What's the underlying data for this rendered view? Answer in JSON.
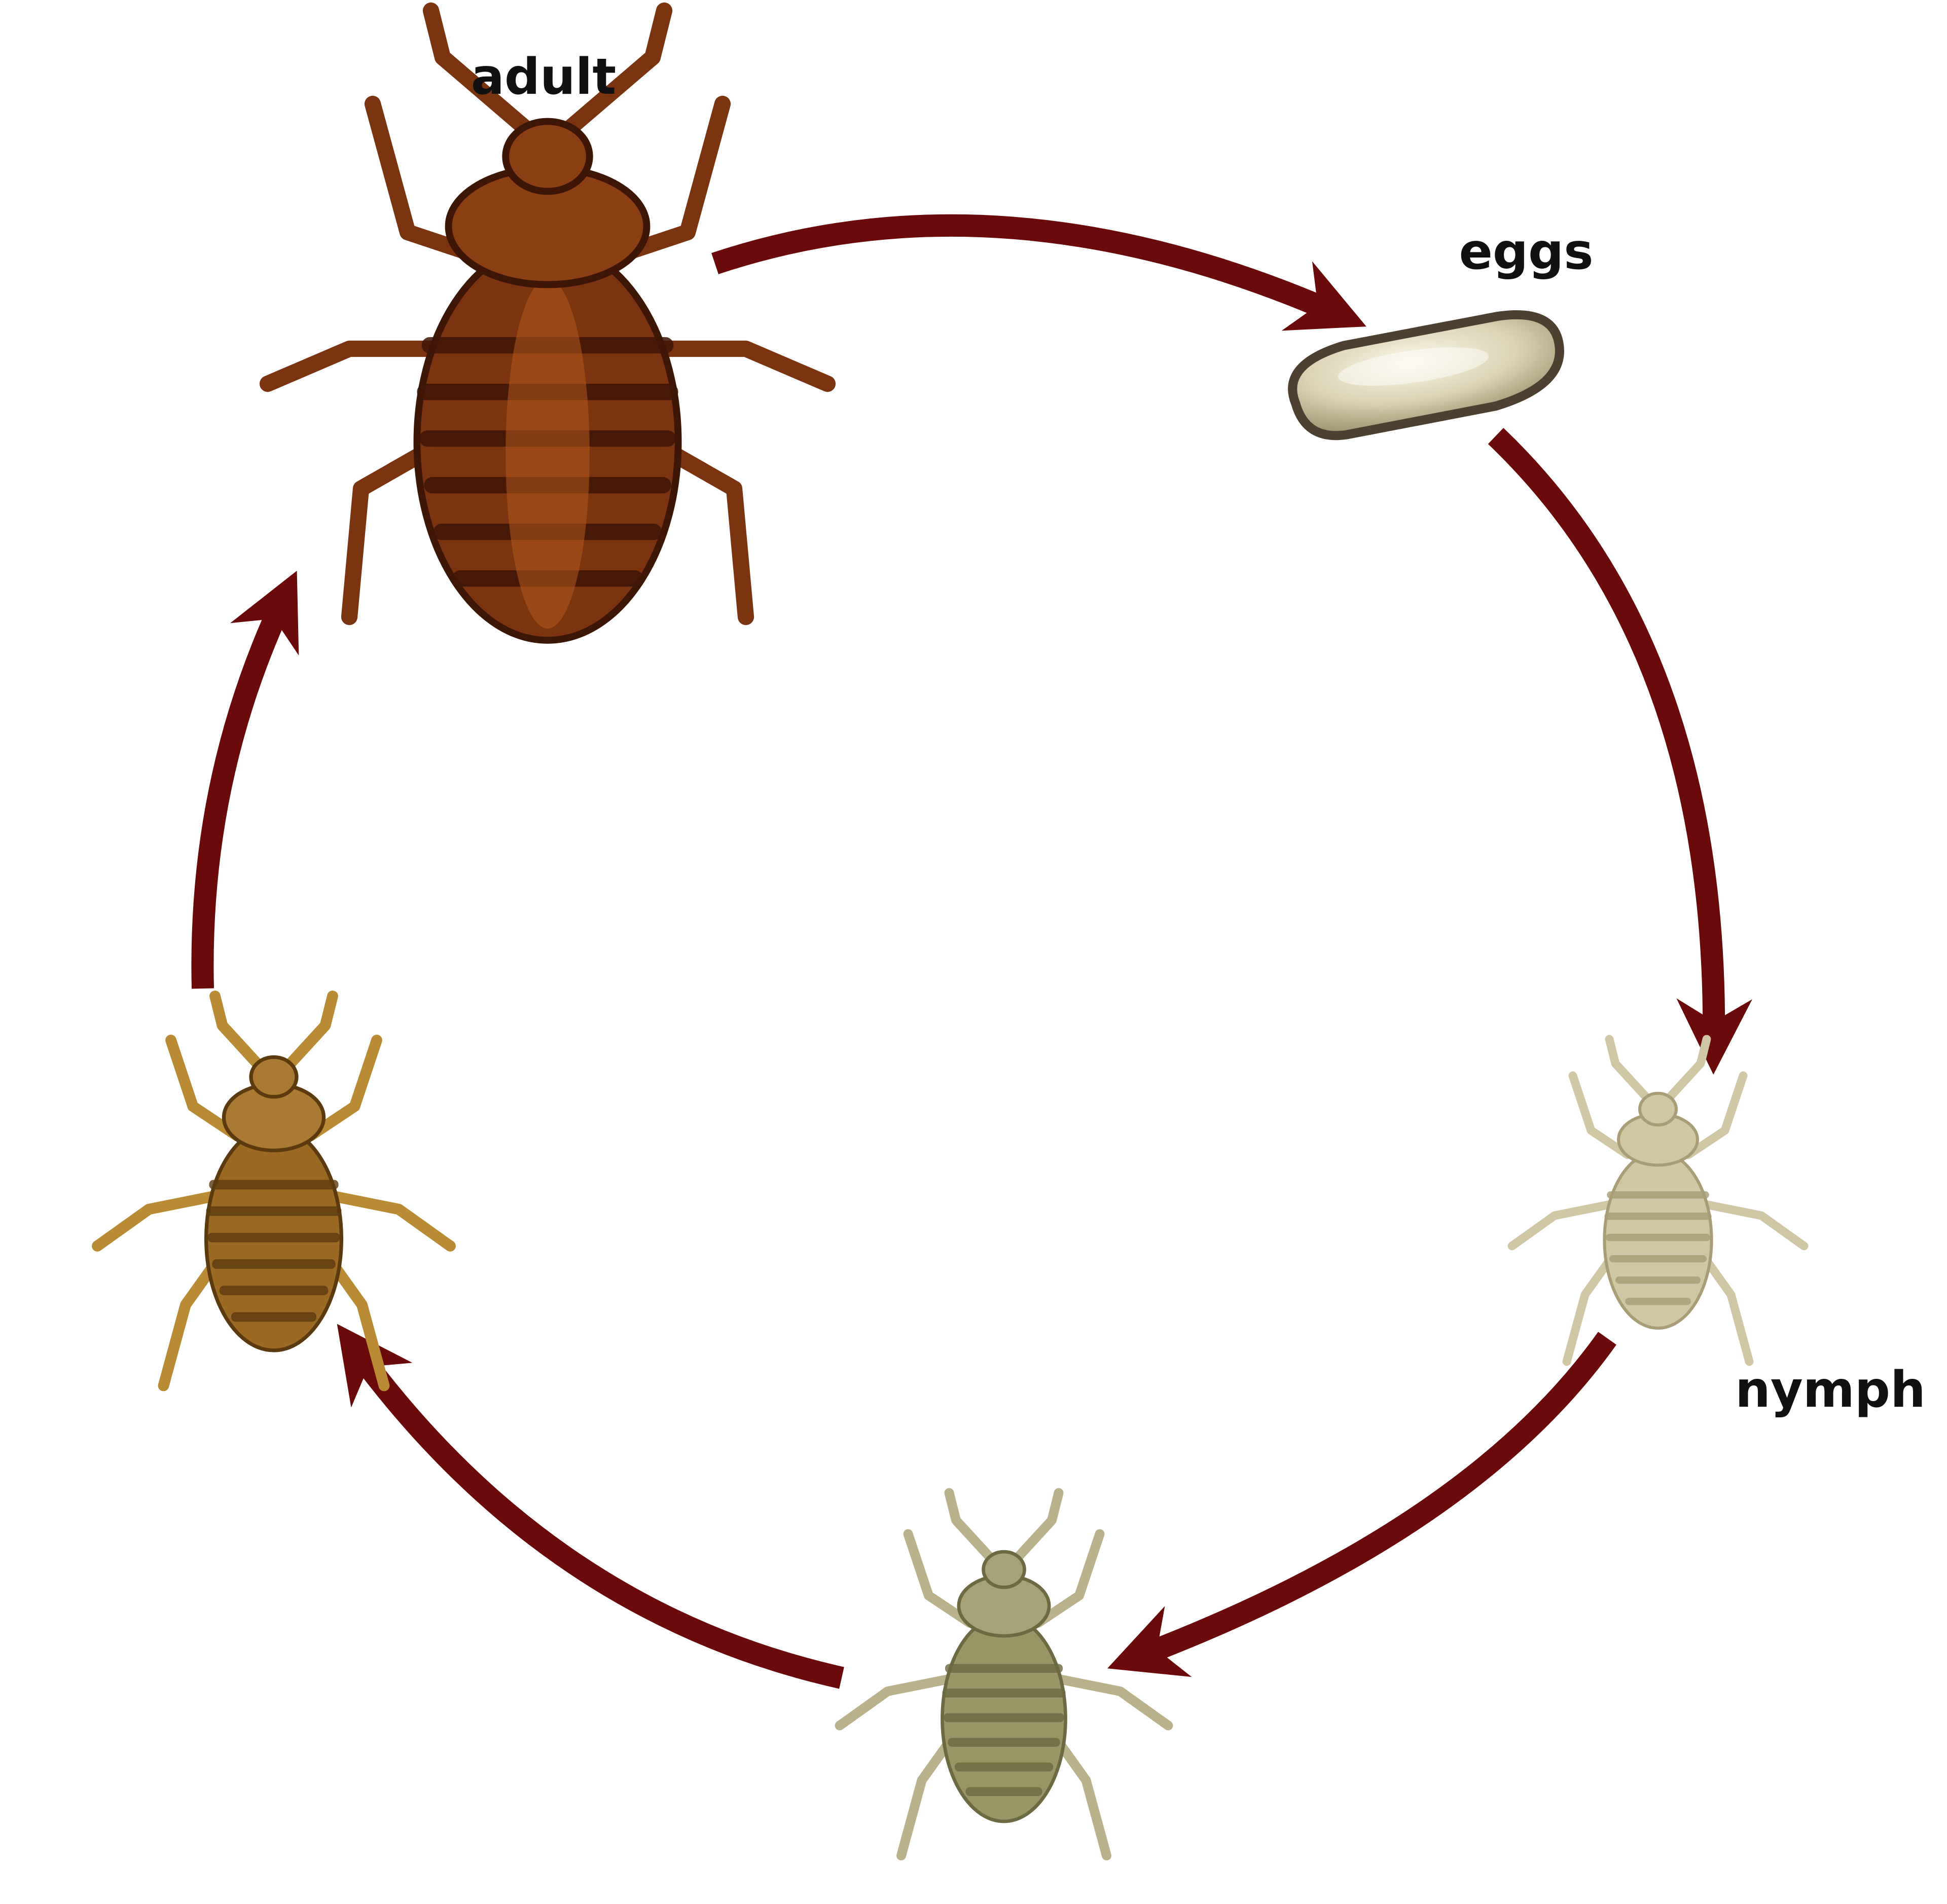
{
  "labels": {
    "adult": "adult",
    "eggs": "eggs",
    "nymph": "nymph"
  },
  "colors": {
    "arrow": "#6b0a0a",
    "adult_body": "#7a3410",
    "adult_band": "#3d1606",
    "adult_highlight": "#b55a1e",
    "egg_shell": "#dcd4b4",
    "egg_outline": "#4d4030",
    "nymph_pale": "#cfc7a4",
    "nymph_pale_band": "#a89d74",
    "nymph_mid": "#9a9565",
    "nymph_mid_band": "#6b6a40",
    "nymph_late": "#9a6a24",
    "nymph_late_band": "#5c3a10",
    "text": "#111111"
  }
}
